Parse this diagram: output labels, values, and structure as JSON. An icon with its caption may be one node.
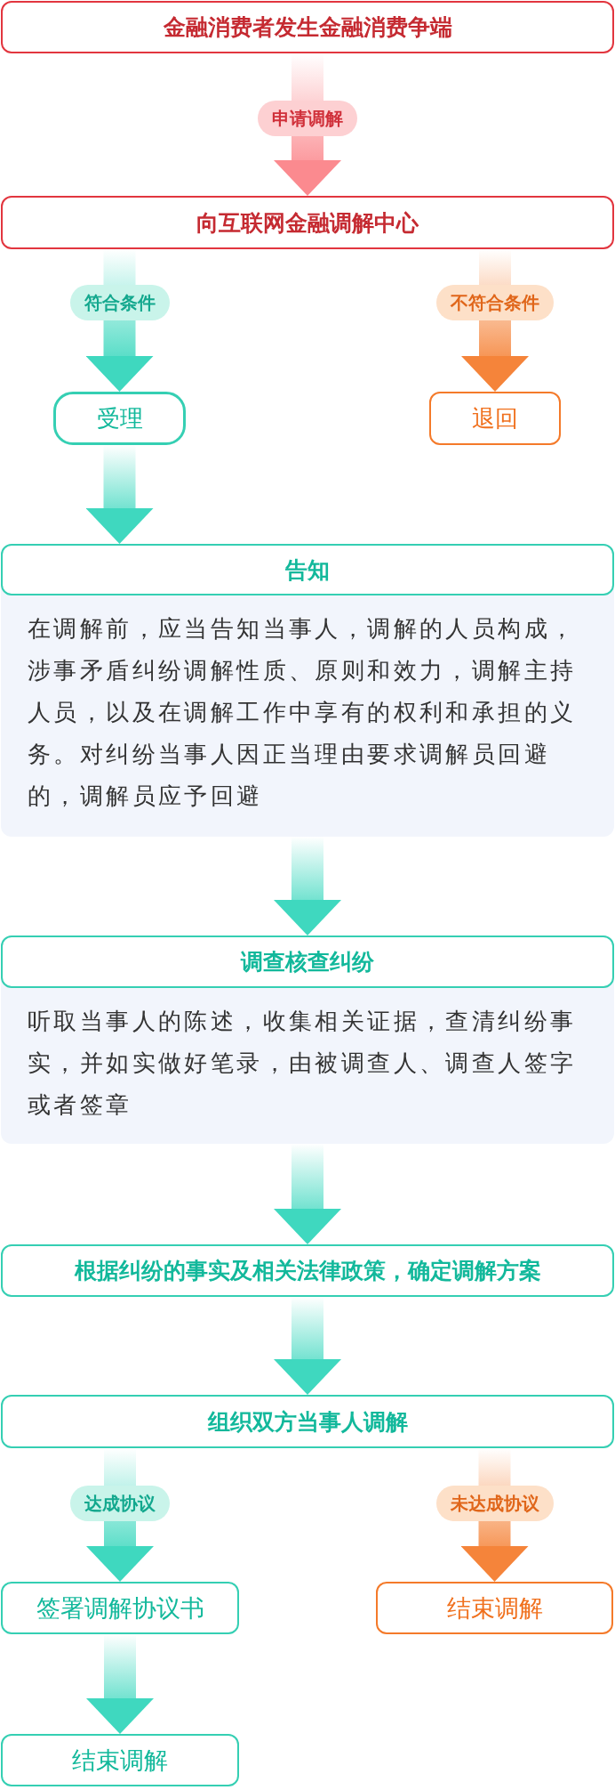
{
  "diagram": {
    "nodes": [
      {
        "text": [
          "金融消费者发生金融消费争端"
        ]
      },
      {
        "text": [
          "向互联网金融调解中心"
        ]
      },
      {
        "text": [
          "受理"
        ]
      },
      {
        "text": [
          "退回"
        ]
      },
      {
        "text": [
          "告知",
          "在调解前，应当告知当事人，调解的人员构成，涉事矛盾纠纷调解性质、原则和效力，调解主持人员，以及在调解工作中享有的权利和承担的义务。对纠纷当事人因正当理由要求调解员回避的，调解员应予回避"
        ]
      },
      {
        "text": [
          "调查核查纠纷",
          "听取当事人的陈述，收集相关证据，查清纠纷事实，并如实做好笔录，由被调查人、调查人签字或者签章"
        ]
      },
      {
        "text": [
          "根据纠纷的事实及相关法律政策，确定调解方案"
        ]
      },
      {
        "text": [
          "组织双方当事人调解"
        ]
      },
      {
        "text": [
          "签署调解协议书"
        ]
      },
      {
        "text": [
          "结束调解"
        ]
      },
      {
        "text": [
          "结束调解"
        ]
      }
    ],
    "edges": [
      {
        "from": 0,
        "to": 1,
        "arrow": "to",
        "label": "申请调解",
        "style": "thick",
        "color": "#fb8a8f"
      },
      {
        "from": 1,
        "to": 2,
        "arrow": "to",
        "label": "符合条件",
        "style": "thick"
      },
      {
        "from": 1,
        "to": 3,
        "arrow": "to",
        "label": "不符合条件",
        "style": "thick",
        "color": "#f5843a"
      },
      {
        "from": 2,
        "to": 4,
        "arrow": "to",
        "style": "thick"
      },
      {
        "from": 4,
        "to": 5,
        "arrow": "to",
        "style": "thick"
      },
      {
        "from": 5,
        "to": 6,
        "arrow": "to",
        "style": "thick"
      },
      {
        "from": 6,
        "to": 7,
        "arrow": "to",
        "style": "thick"
      },
      {
        "from": 7,
        "to": 8,
        "arrow": "to",
        "label": "达成协议",
        "style": "thick"
      },
      {
        "from": 7,
        "to": 9,
        "arrow": "to",
        "label": "未达成协议",
        "style": "thick",
        "color": "#f5843a"
      },
      {
        "from": 8,
        "to": 10,
        "arrow": "to",
        "style": "thick"
      }
    ]
  }
}
